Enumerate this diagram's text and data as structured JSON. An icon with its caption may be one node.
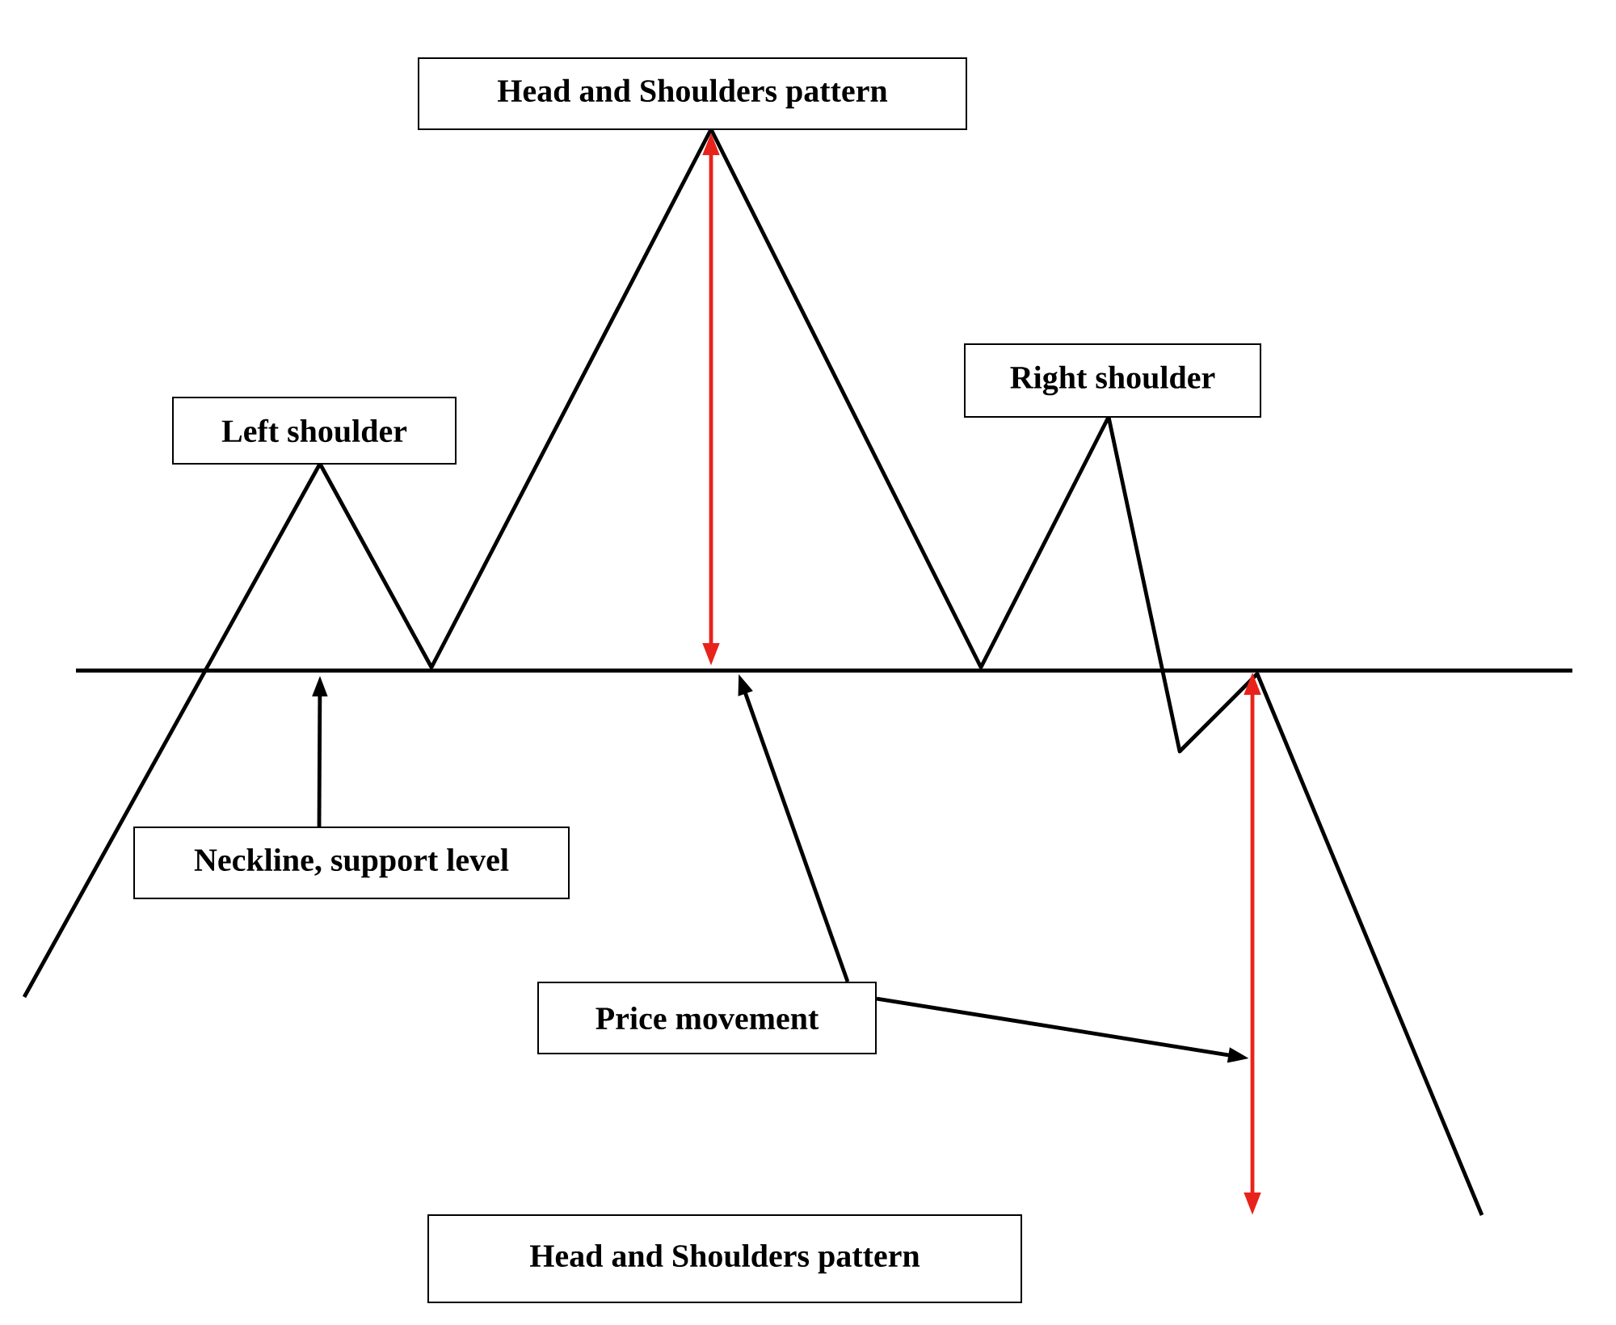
{
  "diagram": {
    "nodes": [
      {
        "text": [
          "Head and Shoulders pattern"
        ]
      },
      {
        "text": [
          "Left shoulder"
        ]
      },
      {
        "text": [
          "Right shoulder"
        ]
      },
      {
        "text": [
          "Neckline, support level"
        ]
      },
      {
        "text": [
          "Price movement"
        ]
      },
      {
        "text": [
          "Head and Shoulders pattern"
        ]
      }
    ],
    "edges": [
      {
        "from": 3,
        "to": null,
        "arrow": "to"
      },
      {
        "from": 4,
        "to": null,
        "arrow": "to"
      },
      {
        "from": 4,
        "to": null,
        "arrow": "to"
      }
    ]
  }
}
